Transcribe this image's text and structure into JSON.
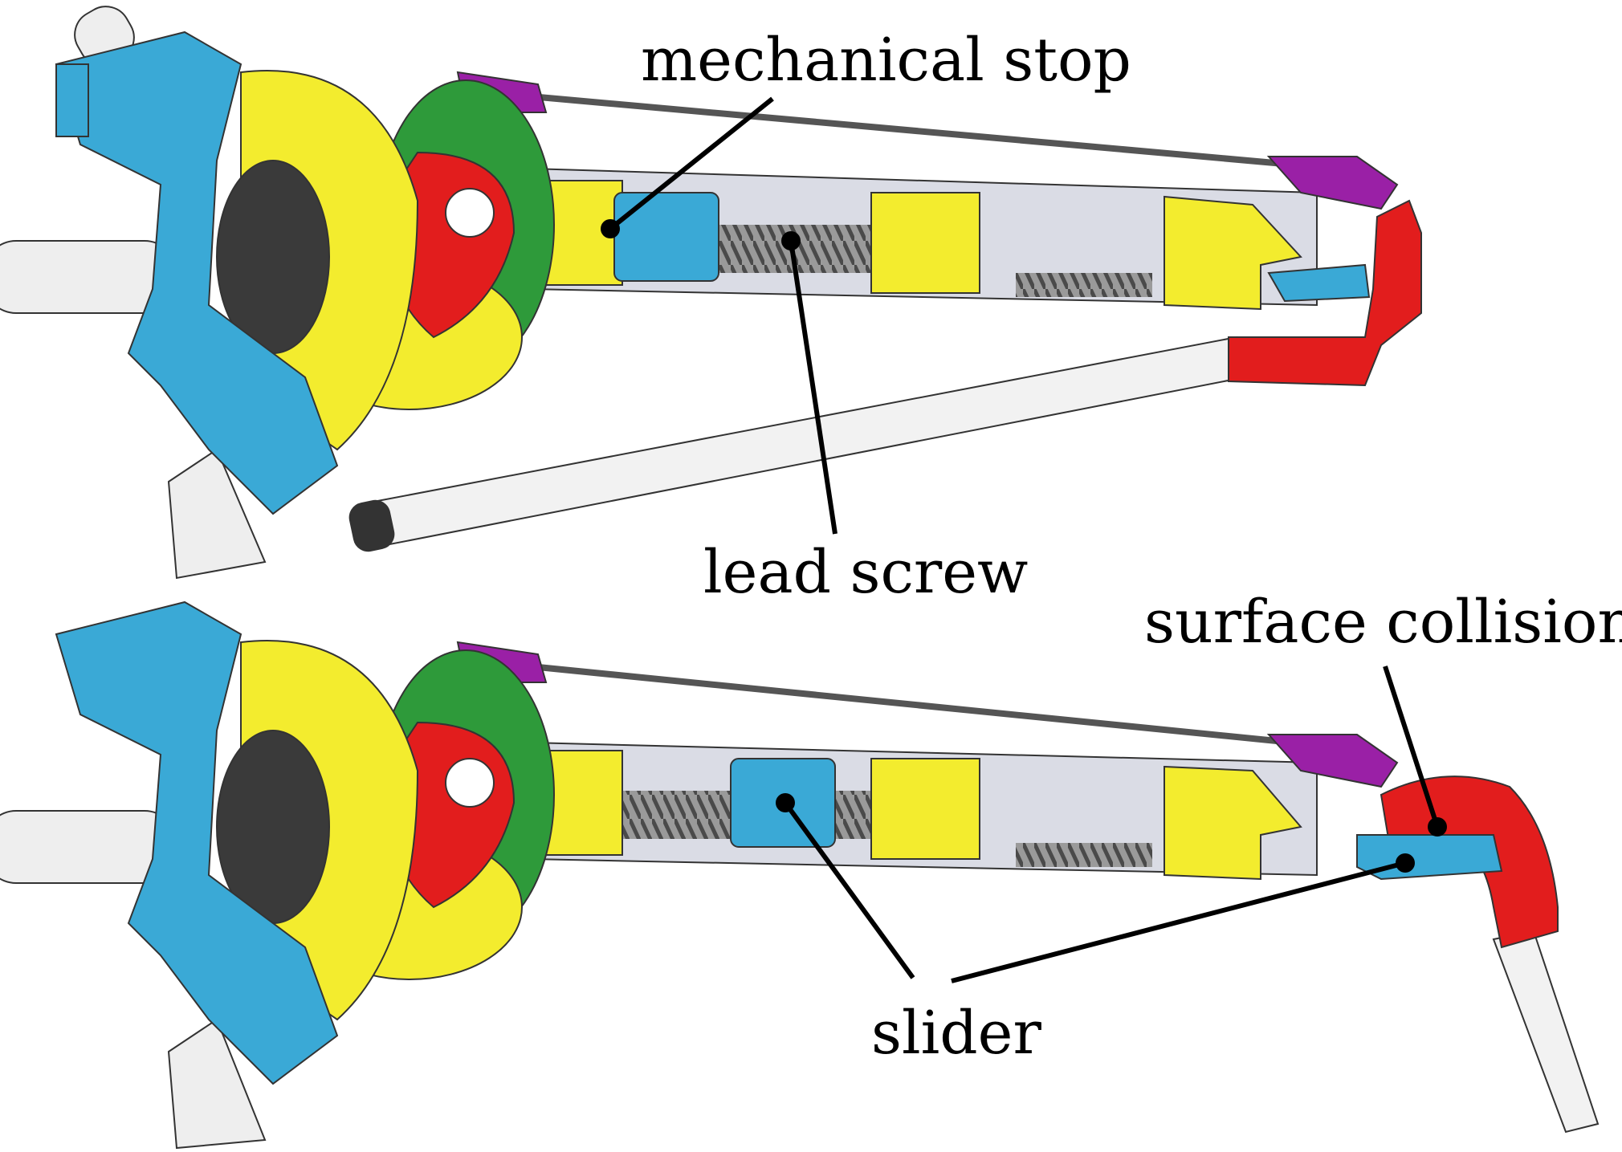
{
  "labels": {
    "mechanical_stop": "mechanical stop",
    "lead_screw": "lead screw",
    "surface_collision": "surface collision",
    "slider": "slider"
  },
  "colors": {
    "blue": "#3aa9d6",
    "yellow": "#f3ec2e",
    "red": "#e21d1d",
    "green": "#2e9a3a",
    "purple": "#9a20a6",
    "tube": "#c9ccd6",
    "white_part": "#eeeeee",
    "dark": "#2a2a2a"
  }
}
